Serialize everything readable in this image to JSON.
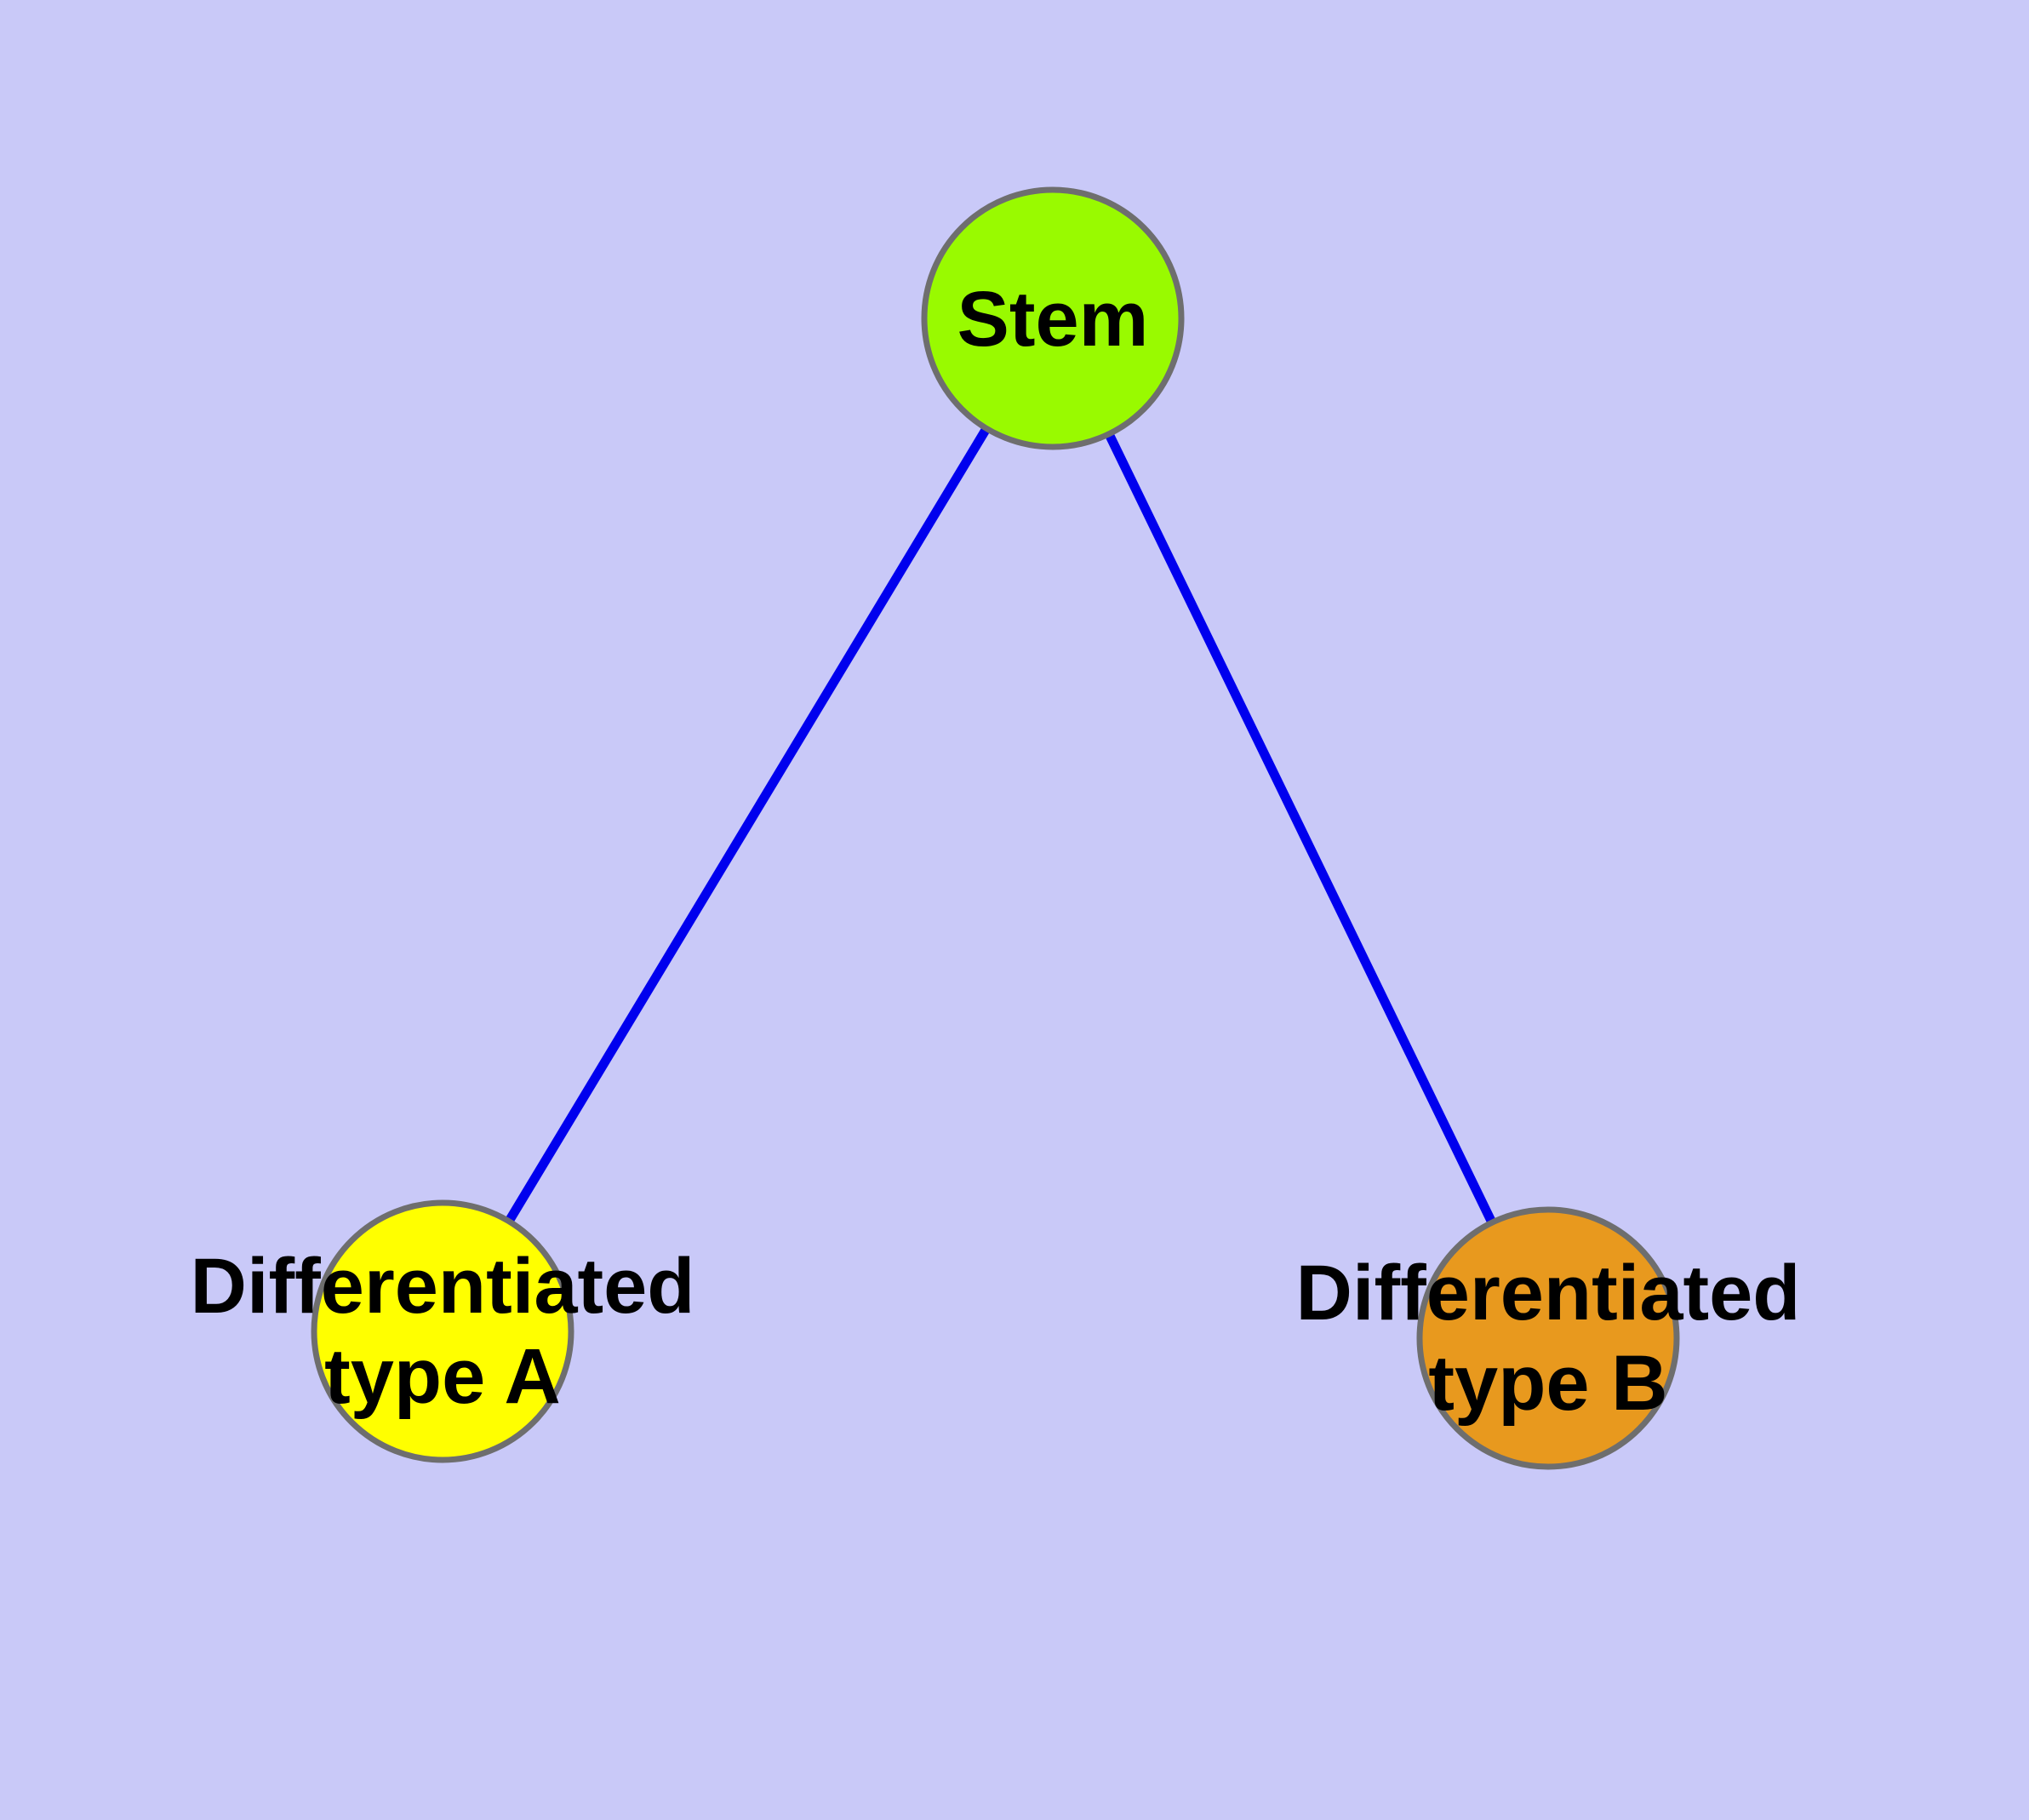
{
  "diagram": {
    "description": "Stem cell differentiation graph with one stem node linked to two differentiated cell-type nodes",
    "canvas": {
      "background_color": "#c9c9f8",
      "edge_color": "#0000ee",
      "node_border_color": "#6e6e6e",
      "label_color": "#000000"
    },
    "nodes": [
      {
        "id": "stem",
        "label": "Stem",
        "lines": [
          "Stem"
        ],
        "fill_color": "#99fa00"
      },
      {
        "id": "type-a",
        "label": "Differentiated type A",
        "lines": [
          "Differentiated",
          "type A"
        ],
        "fill_color": "#ffff00"
      },
      {
        "id": "type-b",
        "label": "Differentiated type B",
        "lines": [
          "Differentiated",
          "type B"
        ],
        "fill_color": "#e8991e"
      }
    ],
    "edges": [
      {
        "from": "stem",
        "to": "type-a"
      },
      {
        "from": "stem",
        "to": "type-b"
      }
    ]
  }
}
